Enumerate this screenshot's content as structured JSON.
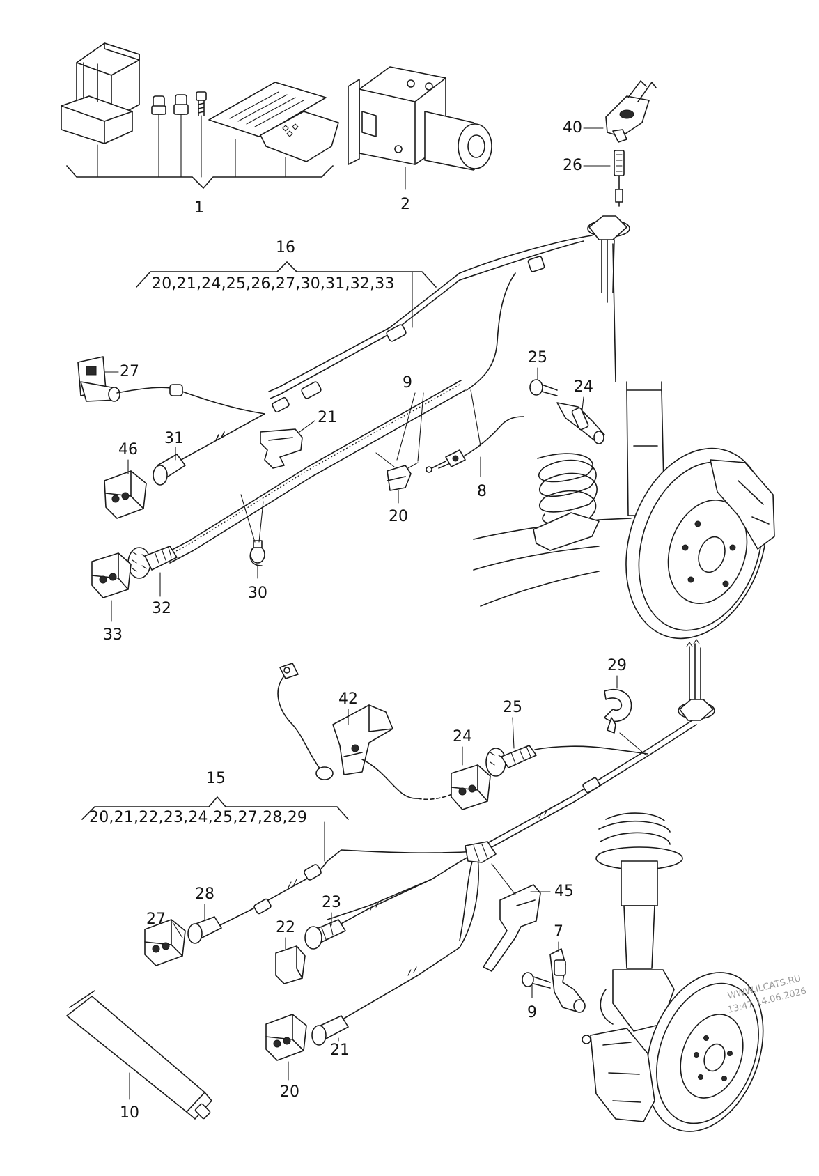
{
  "callouts": [
    {
      "id": "c1",
      "label": "1"
    },
    {
      "id": "c2",
      "label": "2"
    },
    {
      "id": "c40",
      "label": "40"
    },
    {
      "id": "c26",
      "label": "26"
    },
    {
      "id": "c16",
      "label": "16"
    },
    {
      "id": "c27a",
      "label": "27"
    },
    {
      "id": "c9a",
      "label": "9"
    },
    {
      "id": "c8",
      "label": "8"
    },
    {
      "id": "c31",
      "label": "31"
    },
    {
      "id": "c46",
      "label": "46"
    },
    {
      "id": "c21a",
      "label": "21"
    },
    {
      "id": "c20a",
      "label": "20"
    },
    {
      "id": "c30",
      "label": "30"
    },
    {
      "id": "c32",
      "label": "32"
    },
    {
      "id": "c33",
      "label": "33"
    },
    {
      "id": "c25a",
      "label": "25"
    },
    {
      "id": "c24a",
      "label": "24"
    },
    {
      "id": "c29",
      "label": "29"
    },
    {
      "id": "c42",
      "label": "42"
    },
    {
      "id": "c25b",
      "label": "25"
    },
    {
      "id": "c24b",
      "label": "24"
    },
    {
      "id": "c15",
      "label": "15"
    },
    {
      "id": "c45",
      "label": "45"
    },
    {
      "id": "c28",
      "label": "28"
    },
    {
      "id": "c27b",
      "label": "27"
    },
    {
      "id": "c23",
      "label": "23"
    },
    {
      "id": "c22",
      "label": "22"
    },
    {
      "id": "c7",
      "label": "7"
    },
    {
      "id": "c9b",
      "label": "9"
    },
    {
      "id": "c21b",
      "label": "21"
    },
    {
      "id": "c20b",
      "label": "20"
    },
    {
      "id": "c10",
      "label": "10"
    }
  ],
  "groups": {
    "g16": "20,21,24,25,26,27,30,31,32,33",
    "g15": "20,21,22,23,24,25,27,28,29"
  },
  "watermark": {
    "site": "WWW.ILCATS.RU",
    "stamp": "13:47 14.06.2026"
  }
}
